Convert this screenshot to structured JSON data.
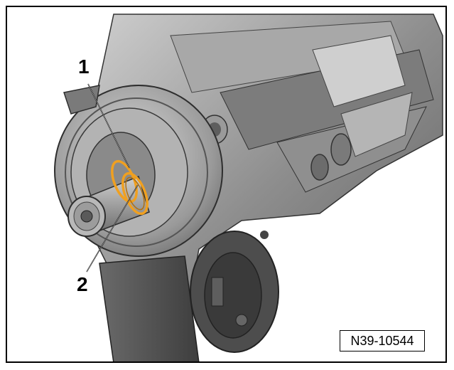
{
  "callouts": [
    {
      "id": "1",
      "label": "1"
    },
    {
      "id": "2",
      "label": "2"
    }
  ],
  "figure_code": "N39-10544",
  "colors": {
    "frame": "#000000",
    "ring_highlight": "#f0a020",
    "metal_dark": "#5a5a5a",
    "metal_mid": "#8c8c8c",
    "metal_light": "#c8c8c8"
  }
}
